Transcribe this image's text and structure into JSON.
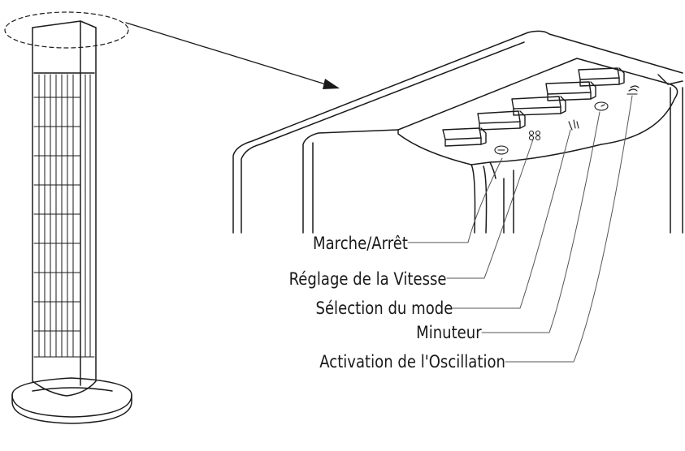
{
  "diagram": {
    "labels": [
      {
        "id": "power",
        "text": "Marche/Arrêt"
      },
      {
        "id": "speed",
        "text": "Réglage de la Vitesse"
      },
      {
        "id": "mode",
        "text": "Sélection du mode"
      },
      {
        "id": "timer",
        "text": "Minuteur"
      },
      {
        "id": "oscillation",
        "text": "Activation de l'Oscillation"
      }
    ],
    "colors": {
      "line": "#1a1a1a",
      "leader": "#555555",
      "background": "#ffffff"
    }
  }
}
